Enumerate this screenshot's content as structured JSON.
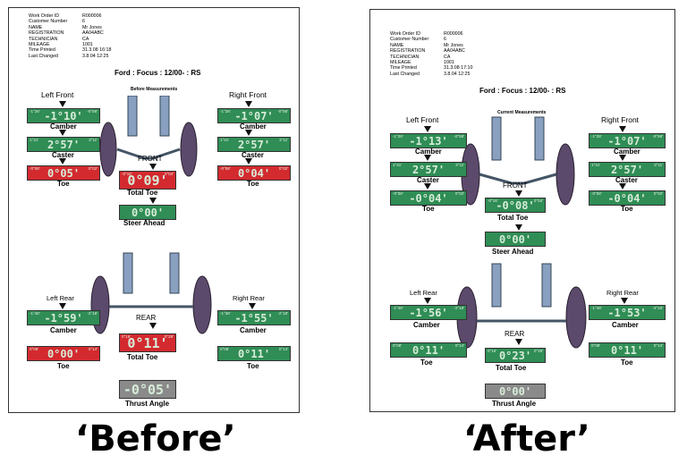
{
  "before": {
    "header": {
      "rows": [
        {
          "k": "Work Order ID",
          "v": "R000006"
        },
        {
          "k": "Customer Number",
          "v": "6"
        },
        {
          "k": "NAME",
          "v": "Mr Jones"
        },
        {
          "k": "REGISTRATION",
          "v": "AA04ABC"
        },
        {
          "k": "TECHNICIAN",
          "v": "CA"
        },
        {
          "k": "MILEAGE",
          "v": "1001"
        },
        {
          "k": "Time Printed",
          "v": "31.3.08 16:18"
        },
        {
          "k": "Last Changed",
          "v": "3.8.04 12:25"
        }
      ]
    },
    "vehicle": "Ford : Focus : 12/00- : RS",
    "section_title": "Before Measurements",
    "left_front": "Left Front",
    "right_front": "Right Front",
    "front": "FRONT",
    "rear": "REAR",
    "left_rear": "Left Rear",
    "right_rear": "Right Rear",
    "lf_camber": {
      "val": "-1°10'",
      "tl": "-1°28'",
      "tr": "-0°58'",
      "label": "Camber"
    },
    "rf_camber": {
      "val": "-1°07'",
      "tl": "-1°28'",
      "tr": "-0°58'",
      "label": "Camber"
    },
    "lf_caster": {
      "val": "2°57'",
      "tl": "1°41'",
      "tr": "3°11'",
      "label": "Caster"
    },
    "rf_caster": {
      "val": "2°57'",
      "tl": "1°41'",
      "tr": "3°11'",
      "label": "Caster"
    },
    "lf_toe": {
      "val": "0°05'",
      "tl": "-0°08'",
      "tr": "0°02'",
      "label": "Toe"
    },
    "rf_toe": {
      "val": "0°04'",
      "tl": "-0°08'",
      "tr": "0°02'",
      "label": "Toe"
    },
    "f_total_toe": {
      "val": "0°09'",
      "tl": "-0°16'",
      "tr": "0°04'",
      "label": "Total Toe"
    },
    "steer_ahead": {
      "val": "0°00'",
      "label": "Steer Ahead"
    },
    "lr_camber": {
      "val": "-1°59'",
      "tl": "-1°48'",
      "tr": "-2°18'",
      "label": "Camber"
    },
    "rr_camber": {
      "val": "-1°55'",
      "tl": "-1°48'",
      "tr": "-2°18'",
      "label": "Camber"
    },
    "lr_toe": {
      "val": "0°00'",
      "tl": "0°08'",
      "tr": "0°14'",
      "label": "Toe"
    },
    "rr_toe": {
      "val": "0°11'",
      "tl": "0°08'",
      "tr": "0°14'",
      "label": "Toe"
    },
    "r_total_toe": {
      "val": "0°11'",
      "tl": "0°16'",
      "tr": "0°28'",
      "label": "Total Toe"
    },
    "thrust": {
      "val": "-0°05'",
      "label": "Thrust Angle"
    }
  },
  "after": {
    "header": {
      "rows": [
        {
          "k": "Work Order ID",
          "v": "R000006"
        },
        {
          "k": "Customer Number",
          "v": "6"
        },
        {
          "k": "NAME",
          "v": "Mr Jones"
        },
        {
          "k": "REGISTRATION",
          "v": "AA04ABC"
        },
        {
          "k": "TECHNICIAN",
          "v": "CA"
        },
        {
          "k": "MILEAGE",
          "v": "1001"
        },
        {
          "k": "Time Printed",
          "v": "31.3.08 17:10"
        },
        {
          "k": "Last Changed",
          "v": "3.8.04 12:25"
        }
      ]
    },
    "vehicle": "Ford : Focus : 12/00- : RS",
    "section_title": "Current Measurements",
    "left_front": "Left Front",
    "right_front": "Right Front",
    "front": "FRONT",
    "rear": "REAR",
    "left_rear": "Left Rear",
    "right_rear": "Right Rear",
    "lf_camber": {
      "val": "-1°13'",
      "tl": "-1°28'",
      "tr": "-0°58'",
      "label": "Camber"
    },
    "rf_camber": {
      "val": "-1°07'",
      "tl": "-1°28'",
      "tr": "-0°58'",
      "label": "Camber"
    },
    "lf_caster": {
      "val": "2°57'",
      "tl": "1°41'",
      "tr": "3°11'",
      "label": "Caster"
    },
    "rf_caster": {
      "val": "2°57'",
      "tl": "1°41'",
      "tr": "3°11'",
      "label": "Caster"
    },
    "lf_toe": {
      "val": "-0°04'",
      "tl": "-0°08'",
      "tr": "0°02'",
      "label": "Toe"
    },
    "rf_toe": {
      "val": "-0°04'",
      "tl": "-0°08'",
      "tr": "0°02'",
      "label": "Toe"
    },
    "f_total_toe": {
      "val": "-0°08'",
      "tl": "-0°16'",
      "tr": "0°04'",
      "label": "Total Toe"
    },
    "steer_ahead": {
      "val": "0°00'",
      "label": "Steer Ahead"
    },
    "lr_camber": {
      "val": "-1°56'",
      "tl": "-1°48'",
      "tr": "-2°18'",
      "label": "Camber"
    },
    "rr_camber": {
      "val": "-1°53'",
      "tl": "-1°48'",
      "tr": "-2°18'",
      "label": "Camber"
    },
    "lr_toe": {
      "val": "0°11'",
      "tl": "0°08'",
      "tr": "0°14'",
      "label": "Toe"
    },
    "rr_toe": {
      "val": "0°11'",
      "tl": "0°08'",
      "tr": "0°14'",
      "label": "Toe"
    },
    "r_total_toe": {
      "val": "0°23'",
      "tl": "0°16'",
      "tr": "0°28'",
      "label": "Total Toe"
    },
    "thrust": {
      "val": "0°00'",
      "label": "Thrust Angle"
    }
  },
  "captions": {
    "before": "‘Before’",
    "after": "‘After’"
  }
}
